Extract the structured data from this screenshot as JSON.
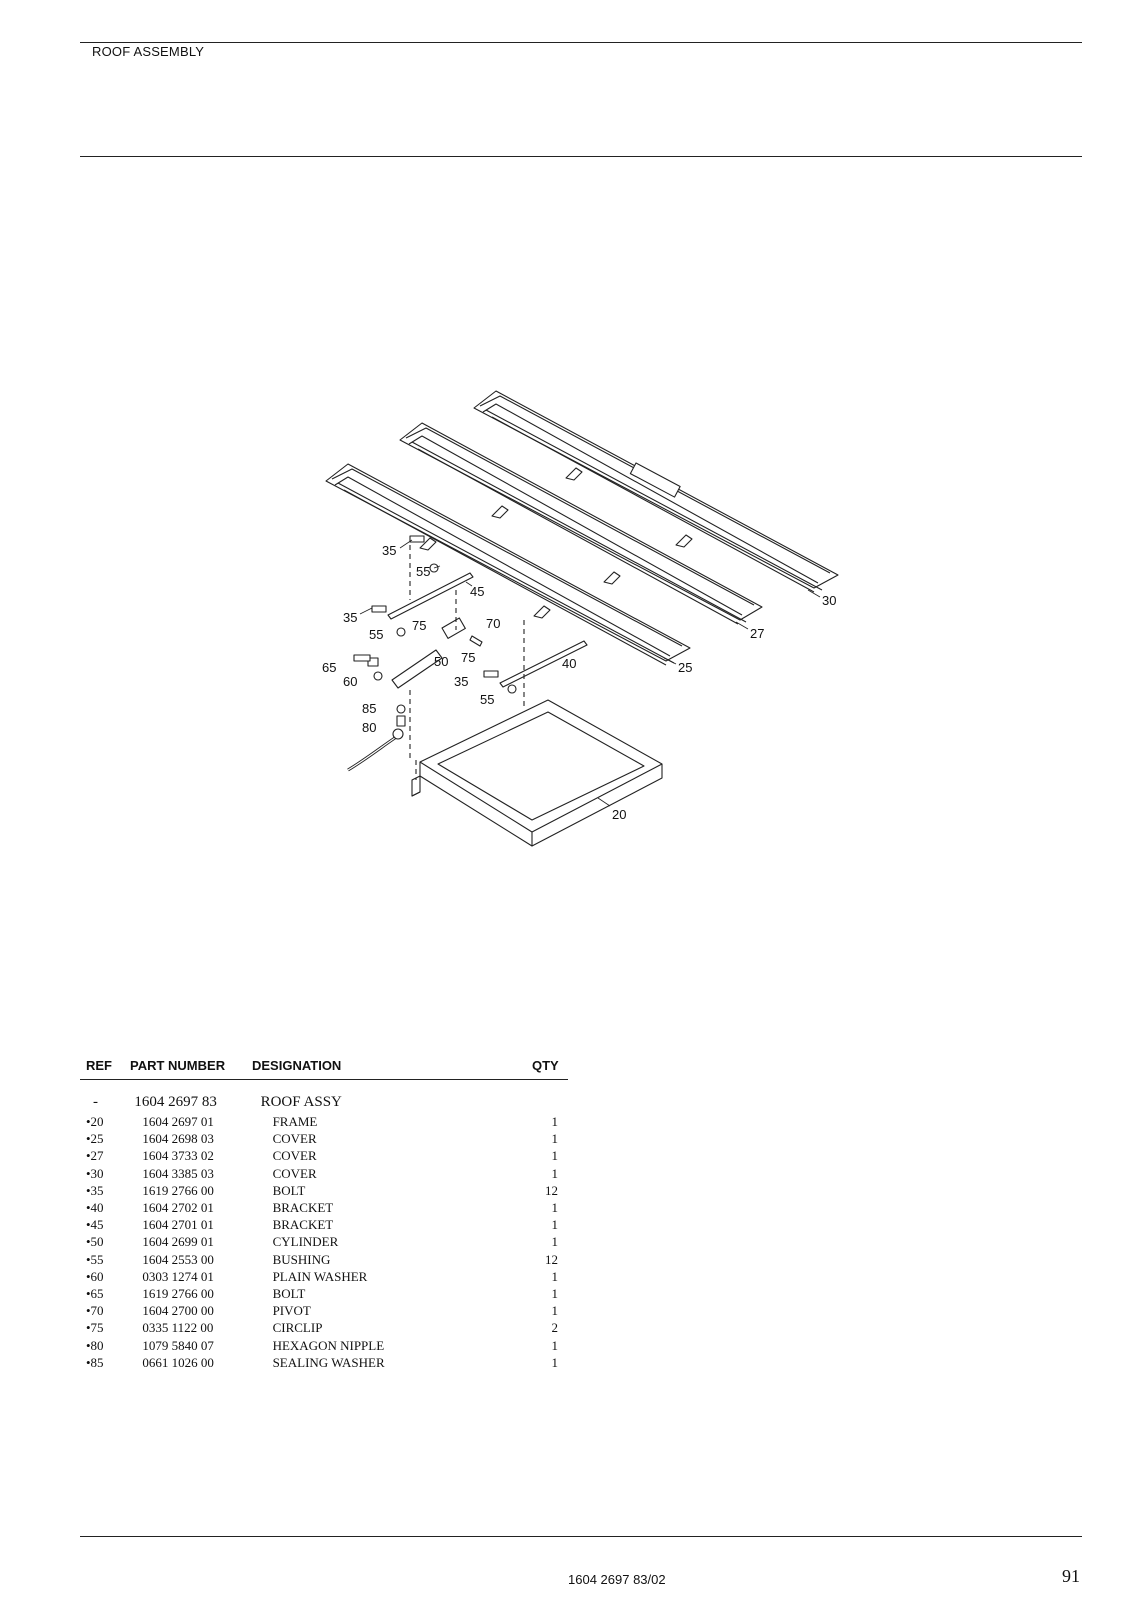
{
  "header": {
    "title": "ROOF ASSEMBLY"
  },
  "diagram": {
    "callouts": [
      "35",
      "55",
      "45",
      "35",
      "75",
      "70",
      "55",
      "65",
      "50",
      "75",
      "60",
      "40",
      "35",
      "55",
      "85",
      "80",
      "30",
      "27",
      "25",
      "20"
    ]
  },
  "table": {
    "columns": {
      "ref": "REF",
      "part_number": "PART NUMBER",
      "designation": "DESIGNATION",
      "qty": "QTY"
    },
    "rows": [
      {
        "ref": "-",
        "part_number": "1604 2697 83",
        "designation": "ROOF ASSY",
        "qty": ""
      },
      {
        "ref": "•20",
        "part_number": "1604 2697 01",
        "designation": "FRAME",
        "qty": "1"
      },
      {
        "ref": "•25",
        "part_number": "1604 2698 03",
        "designation": "COVER",
        "qty": "1"
      },
      {
        "ref": "•27",
        "part_number": "1604 3733 02",
        "designation": "COVER",
        "qty": "1"
      },
      {
        "ref": "•30",
        "part_number": "1604 3385 03",
        "designation": "COVER",
        "qty": "1"
      },
      {
        "ref": "•35",
        "part_number": "1619 2766 00",
        "designation": "BOLT",
        "qty": "12"
      },
      {
        "ref": "•40",
        "part_number": "1604 2702 01",
        "designation": "BRACKET",
        "qty": "1"
      },
      {
        "ref": "•45",
        "part_number": "1604 2701 01",
        "designation": "BRACKET",
        "qty": "1"
      },
      {
        "ref": "•50",
        "part_number": "1604 2699 01",
        "designation": "CYLINDER",
        "qty": "1"
      },
      {
        "ref": "•55",
        "part_number": "1604 2553 00",
        "designation": "BUSHING",
        "qty": "12"
      },
      {
        "ref": "•60",
        "part_number": "0303 1274 01",
        "designation": "PLAIN WASHER",
        "qty": "1"
      },
      {
        "ref": "•65",
        "part_number": "1619 2766 00",
        "designation": "BOLT",
        "qty": "1"
      },
      {
        "ref": "•70",
        "part_number": "1604 2700 00",
        "designation": "PIVOT",
        "qty": "1"
      },
      {
        "ref": "•75",
        "part_number": "0335 1122 00",
        "designation": "CIRCLIP",
        "qty": "2"
      },
      {
        "ref": "•80",
        "part_number": "1079 5840 07",
        "designation": "HEXAGON NIPPLE",
        "qty": "1"
      },
      {
        "ref": "•85",
        "part_number": "0661 1026 00",
        "designation": "SEALING WASHER",
        "qty": "1"
      }
    ]
  },
  "footer": {
    "doc_number": "1604 2697 83/02",
    "page_number": "91"
  }
}
